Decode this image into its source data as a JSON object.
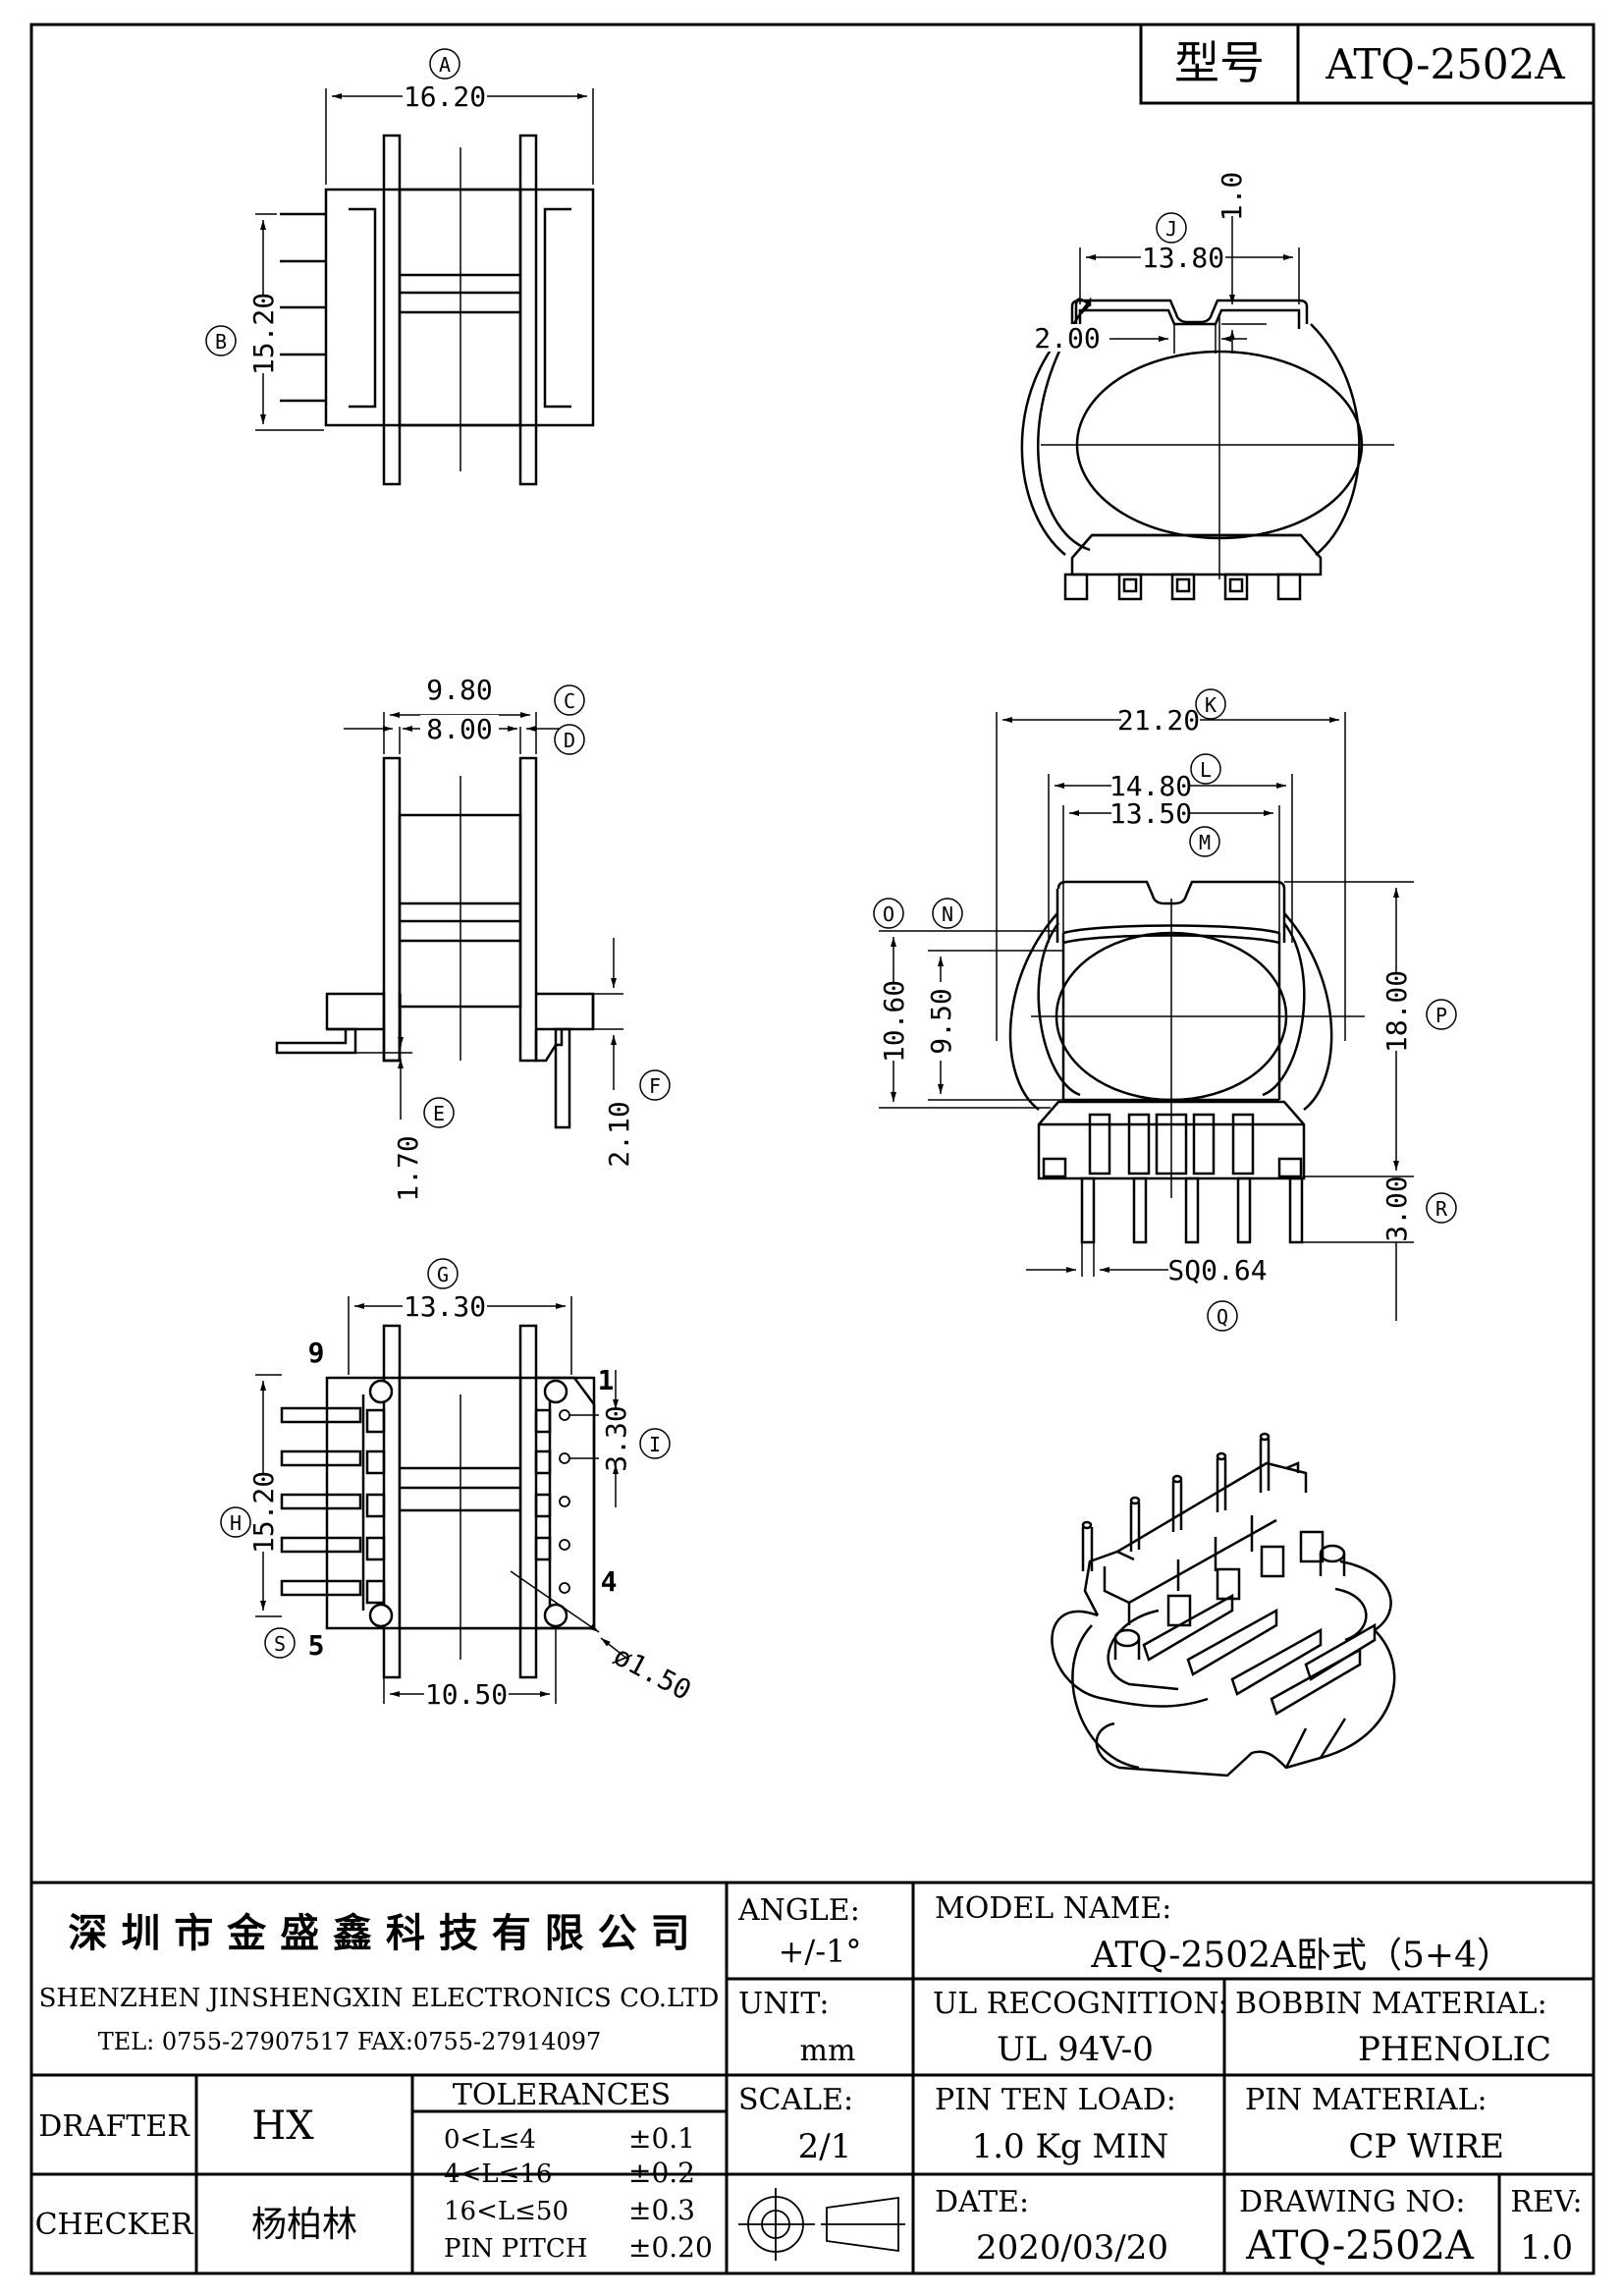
{
  "header": {
    "model_label": "型号",
    "model_value": "ATQ-2502A"
  },
  "callouts": {
    "A": "A",
    "B": "B",
    "C": "C",
    "D": "D",
    "E": "E",
    "F": "F",
    "G": "G",
    "H": "H",
    "I": "I",
    "J": "J",
    "K": "K",
    "L": "L",
    "M": "M",
    "N": "N",
    "O": "O",
    "P": "P",
    "Q": "Q",
    "R": "R",
    "S": "S"
  },
  "dimensions": {
    "A": "16.20",
    "B": "15.20",
    "J_width": "13.80",
    "J_notch": "1.0",
    "J_gap": "2.00",
    "C": "9.80",
    "D": "8.00",
    "E": "1.70",
    "F": "2.10",
    "K": "21.20",
    "L": "14.80",
    "M": "13.50",
    "O": "10.60",
    "N": "9.50",
    "P": "18.00",
    "R": "3.00",
    "Q": "SQ0.64",
    "G": "13.30",
    "H": "15.20",
    "I": "3.30",
    "S_span": "10.50",
    "hole_dia": "ø1.50"
  },
  "pin_labels": {
    "p9": "9",
    "p5": "5",
    "p1": "1",
    "p4": "4"
  },
  "title_block": {
    "company_cn": "深 圳 市 金 盛 鑫 科 技 有 限 公 司",
    "company_en": "SHENZHEN JINSHENGXIN ELECTRONICS CO.LTD",
    "contact": "TEL: 0755-27907517   FAX:0755-27914097",
    "angle_label": "ANGLE:",
    "angle_value": "+/-1°",
    "model_name_label": "MODEL NAME:",
    "model_name_value": "ATQ-2502A卧式（5+4）",
    "unit_label": "UNIT:",
    "unit_value": "mm",
    "ul_label": "UL RECOGNITION:",
    "ul_value": "UL 94V-0",
    "bobbin_label": "BOBBIN MATERIAL:",
    "bobbin_value": "PHENOLIC",
    "drafter_label": "DRAFTER",
    "drafter_value": "HX",
    "tolerances_label": "TOLERANCES",
    "tol_rows": [
      {
        "range": "0<L≤4",
        "value": "±0.1"
      },
      {
        "range": "4<L≤16",
        "value": "±0.2"
      },
      {
        "range": "16<L≤50",
        "value": "±0.3"
      },
      {
        "range": "PIN PITCH",
        "value": "±0.20"
      }
    ],
    "scale_label": "SCALE:",
    "scale_value": "2/1",
    "pin_load_label": "PIN TEN LOAD:",
    "pin_load_value": "1.0 Kg MIN",
    "pin_material_label": "PIN MATERIAL:",
    "pin_material_value": "CP WIRE",
    "checker_label": "CHECKER",
    "checker_value": "杨柏林",
    "date_label": "DATE:",
    "date_value": "2020/03/20",
    "drawing_no_label": "DRAWING NO:",
    "drawing_no_value": "ATQ-2502A",
    "rev_label": "REV:",
    "rev_value": "1.0"
  }
}
